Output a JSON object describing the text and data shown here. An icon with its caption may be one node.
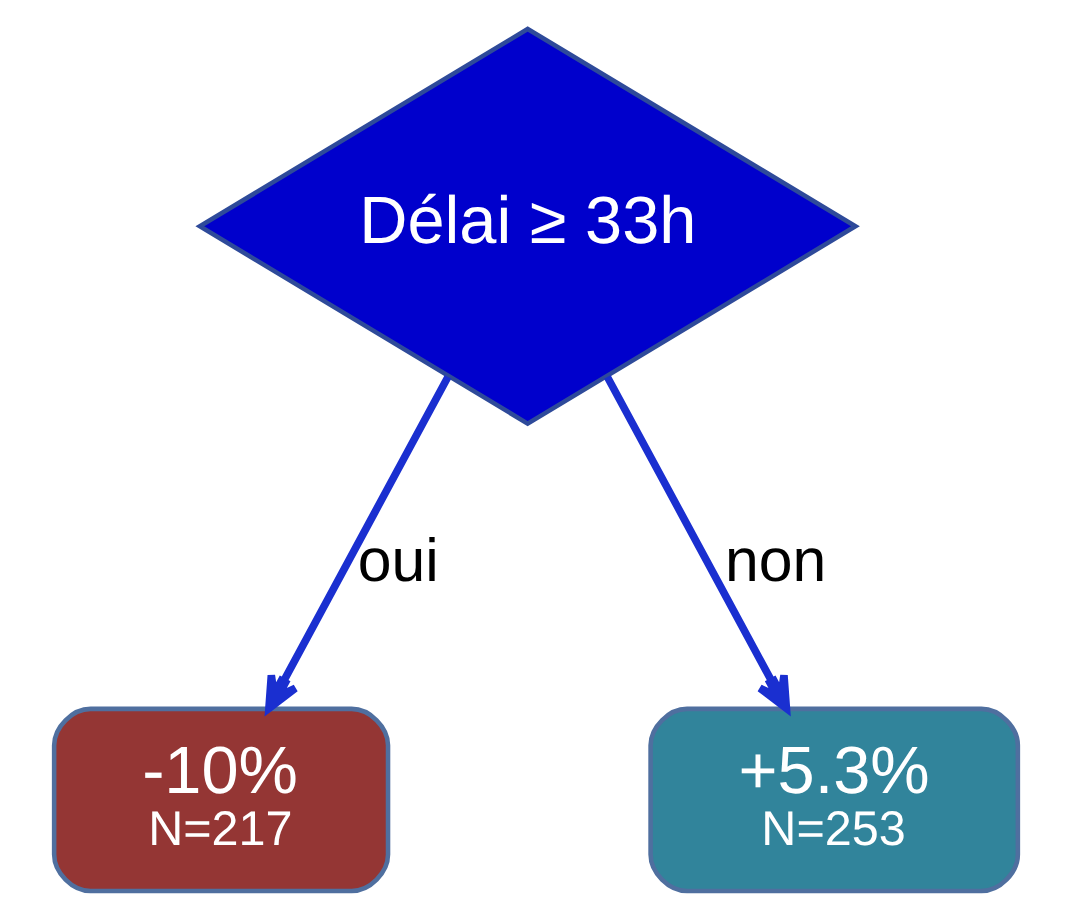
{
  "diagram": {
    "nodes": [
      {
        "text": [
          "Délai ≥ 33h"
        ]
      },
      {
        "text": [
          "-10%",
          "N=217"
        ]
      },
      {
        "text": [
          "+5.3%",
          "N=253"
        ]
      }
    ],
    "edges": [
      {
        "from": 0,
        "to": 1,
        "arrow": "to",
        "label": "oui"
      },
      {
        "from": 0,
        "to": 2,
        "arrow": "to",
        "label": "non"
      }
    ]
  }
}
